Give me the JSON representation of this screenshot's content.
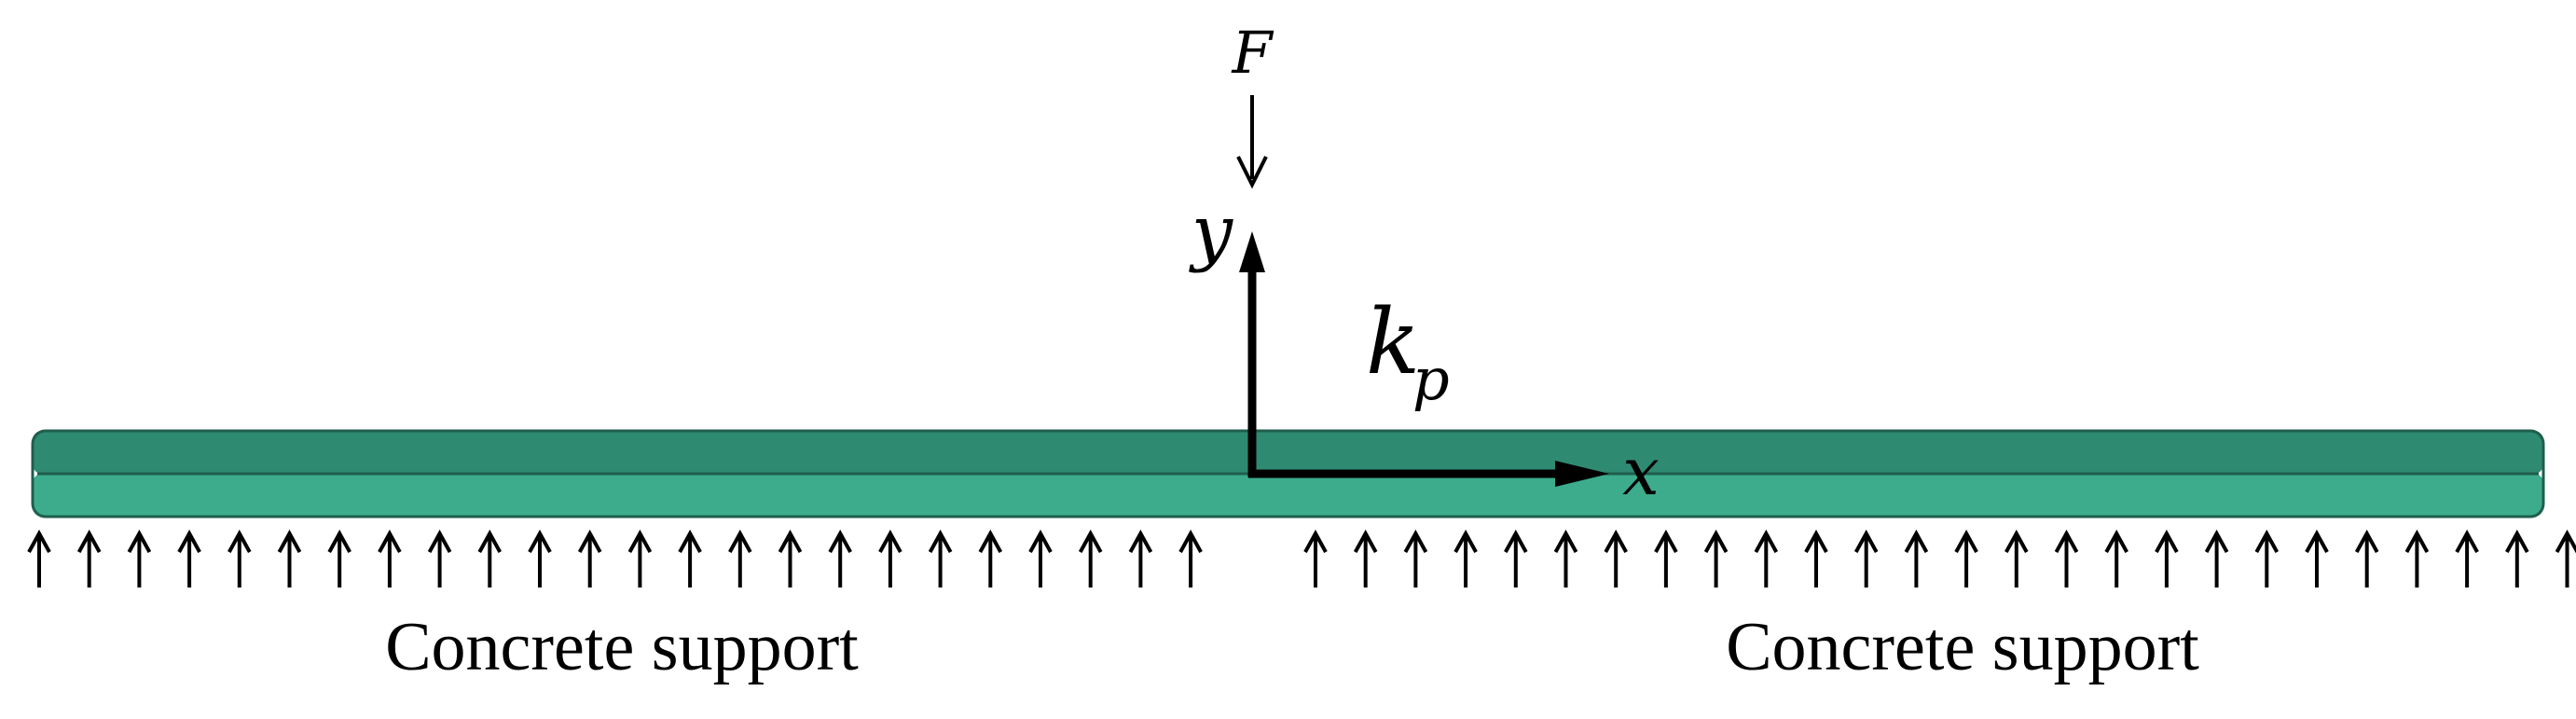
{
  "labels": {
    "force": "F",
    "y_axis": "y",
    "x_axis": "x",
    "stiffness_base": "k",
    "stiffness_sub": "p",
    "support_left": "Concrete support",
    "support_right": "Concrete support"
  },
  "colors": {
    "beam_top": "#2f8a72",
    "beam_bottom": "#3cac8d",
    "beam_outline": "#1f5e4c",
    "arrows": "#000000"
  },
  "support_arrows": {
    "left_count": 24,
    "right_count": 26
  }
}
